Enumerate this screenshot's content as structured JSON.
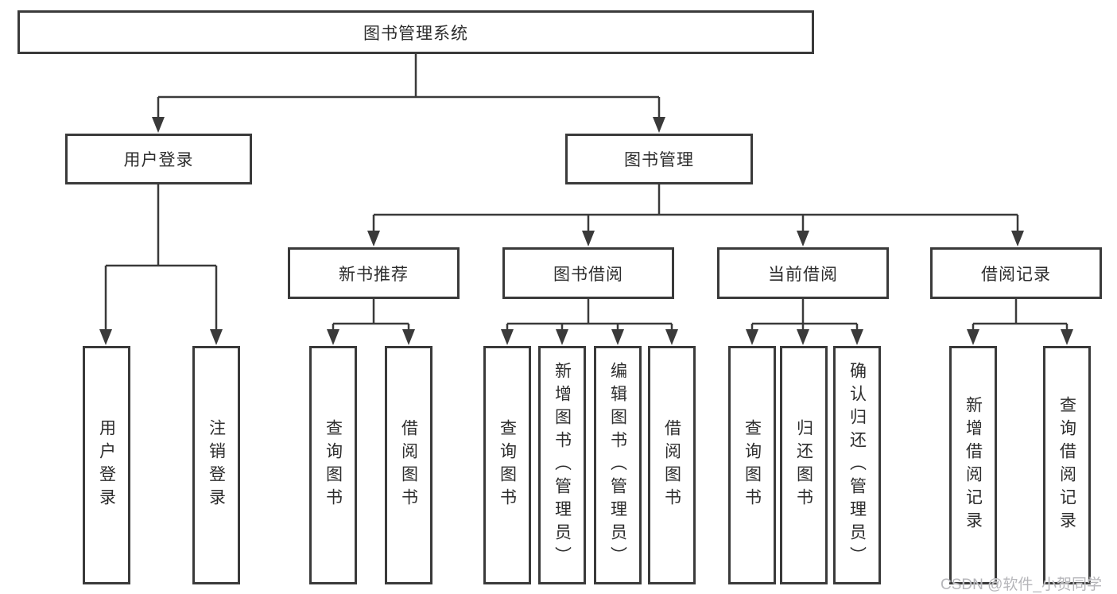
{
  "title": "图书管理系统",
  "tree": {
    "label": "图书管理系统",
    "children": [
      {
        "label": "用户登录",
        "children": [
          {
            "label": "用户登录"
          },
          {
            "label": "注销登录"
          }
        ]
      },
      {
        "label": "图书管理",
        "children": [
          {
            "label": "新书推荐",
            "children": [
              {
                "label": "查询图书"
              },
              {
                "label": "借阅图书"
              }
            ]
          },
          {
            "label": "图书借阅",
            "children": [
              {
                "label": "查询图书"
              },
              {
                "label": "新增图书（管理员）"
              },
              {
                "label": "编辑图书（管理员）"
              },
              {
                "label": "借阅图书"
              }
            ]
          },
          {
            "label": "当前借阅",
            "children": [
              {
                "label": "查询图书"
              },
              {
                "label": "归还图书"
              },
              {
                "label": "确认归还（管理员）"
              }
            ]
          },
          {
            "label": "借阅记录",
            "children": [
              {
                "label": "新增借阅记录"
              },
              {
                "label": "查询借阅记录"
              }
            ]
          }
        ]
      }
    ]
  },
  "watermark": "CSDN @软件_小贺同学",
  "colors": {
    "line": "#3a3a3a",
    "border": "#3a3a3a",
    "text": "#2d2d2d",
    "background": "#ffffff",
    "watermark": "#b6b6ba"
  }
}
